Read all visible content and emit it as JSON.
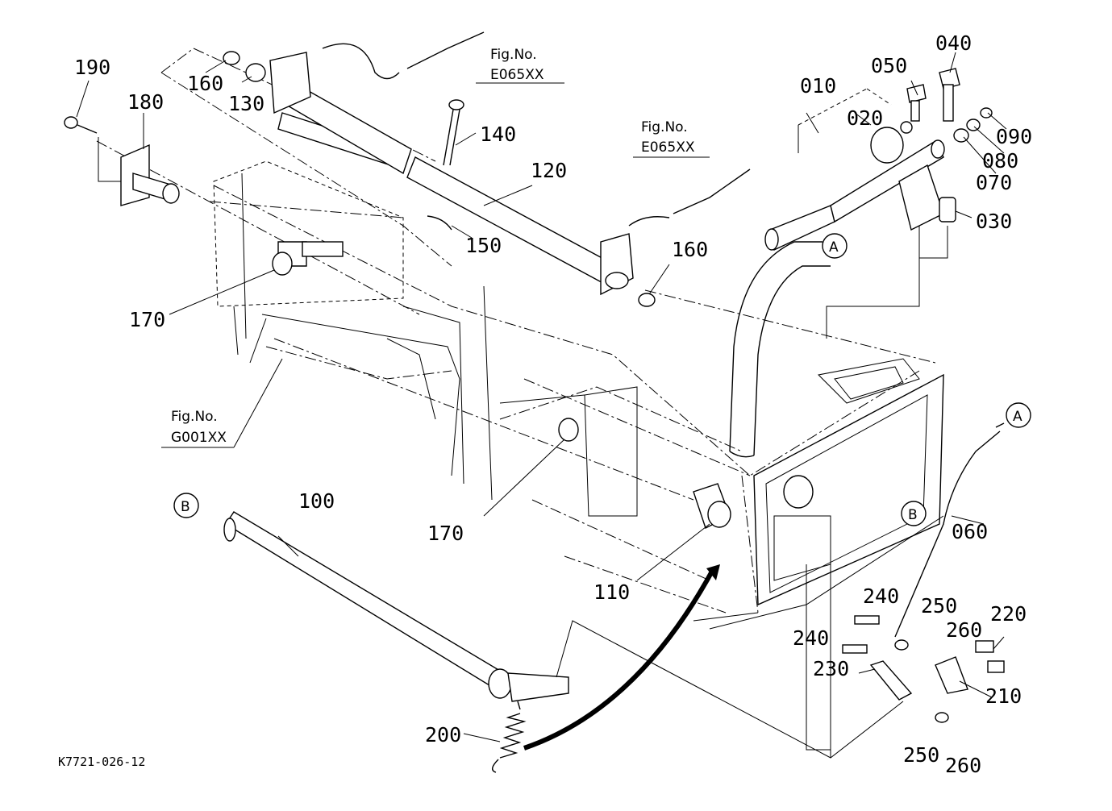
{
  "diagram": {
    "drawing_code": "K7721-026-12",
    "fig_refs": {
      "top": {
        "label": "Fig.No.",
        "code": "E065XX"
      },
      "middle": {
        "label": "Fig.No.",
        "code": "E065XX"
      },
      "left": {
        "label": "Fig.No.",
        "code": "G001XX"
      }
    },
    "part_numbers": {
      "p010": "010",
      "p020": "020",
      "p030": "030",
      "p040": "040",
      "p050": "050",
      "p060": "060",
      "p070": "070",
      "p080": "080",
      "p090": "090",
      "p100": "100",
      "p110": "110",
      "p120": "120",
      "p130": "130",
      "p140": "140",
      "p150": "150",
      "p160a": "160",
      "p160b": "160",
      "p170a": "170",
      "p170b": "170",
      "p180": "180",
      "p190": "190",
      "p200": "200",
      "p210": "210",
      "p220": "220",
      "p230": "230",
      "p240a": "240",
      "p240b": "240",
      "p250a": "250",
      "p250b": "250",
      "p260a": "260",
      "p260b": "260"
    },
    "callouts": {
      "a1": "A",
      "a2": "A",
      "b1": "B",
      "b2": "B"
    }
  }
}
